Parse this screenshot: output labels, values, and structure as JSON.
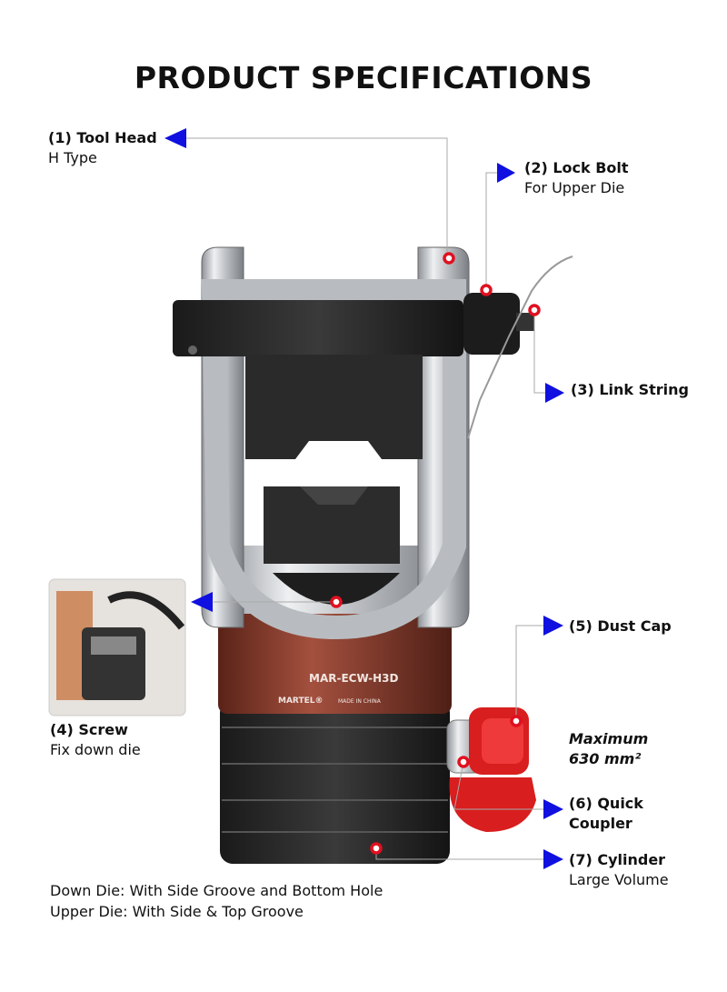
{
  "title": "PRODUCT SPECIFICATIONS",
  "callouts": [
    {
      "title": "(1) Tool Head",
      "sub": "H Type"
    },
    {
      "title": "(2) Lock Bolt",
      "sub": "For Upper Die"
    },
    {
      "title": "(3) Link String",
      "sub": ""
    },
    {
      "title": "(4) Screw",
      "sub": "Fix down die"
    },
    {
      "title": "(5) Dust Cap",
      "sub": ""
    },
    {
      "title": "(6) Quick",
      "sub": "Coupler"
    },
    {
      "title": "(7) Cylinder",
      "sub": "Large Volume"
    }
  ],
  "spec": {
    "line1": "Maximum",
    "line2": "630 mm²"
  },
  "product_marking": {
    "model": "MAR-ECW-H3D",
    "brand": "MARTEL®",
    "origin": "MADE IN CHINA"
  },
  "notes": [
    "Down Die: With Side Groove and Bottom Hole",
    "Upper Die: With Side & Top Groove"
  ],
  "colors": {
    "arrow": "#1010e0",
    "marker": "#e01020",
    "band": "#8a3a2c",
    "steel": "#c9ccd0",
    "cap": "#d81e1e"
  }
}
